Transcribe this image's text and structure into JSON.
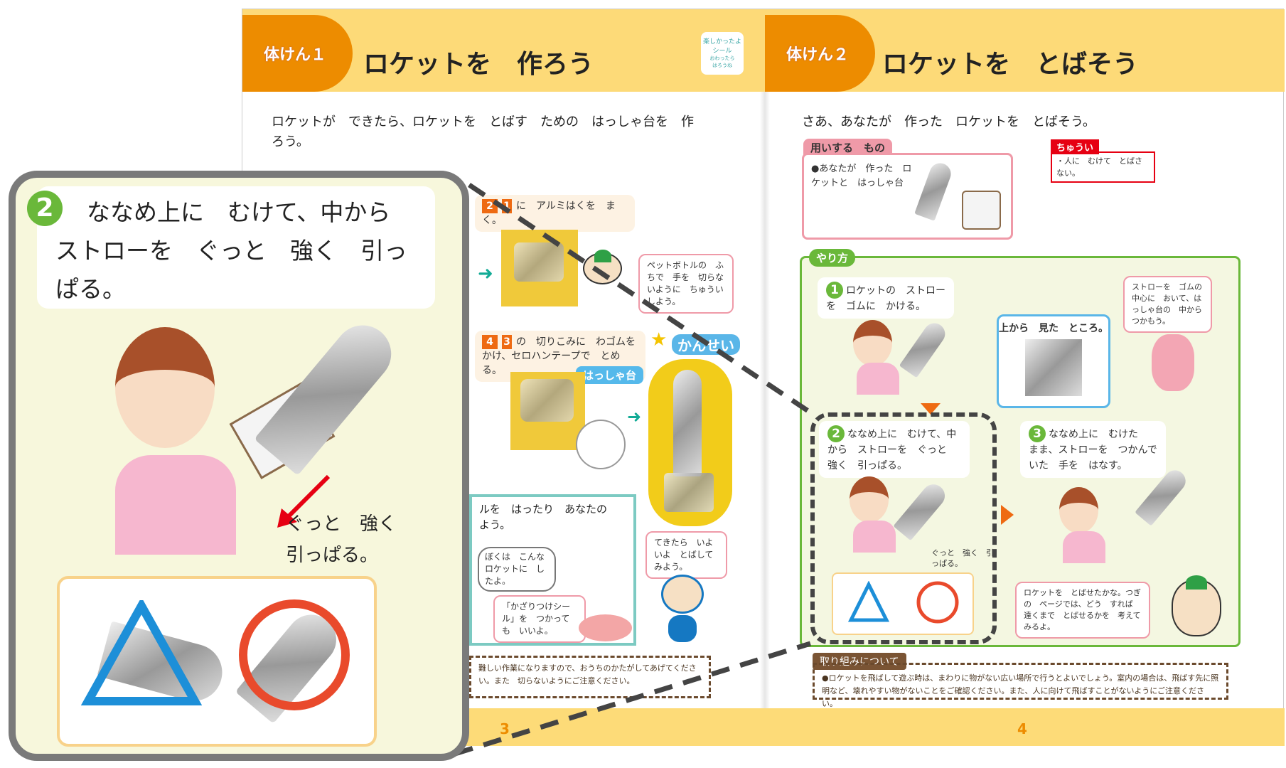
{
  "left_page": {
    "badge": "体けん１",
    "title": "ロケットを　作ろう",
    "sticker": {
      "line1": "楽しかったよ",
      "line2": "シール",
      "line3": "おわったら",
      "line4": "はろうね"
    },
    "intro": "ロケットが　できたら、ロケットを　とばす　ための　はっしゃ台を　作ろう。",
    "step2": {
      "num": "2",
      "ref": "1",
      "text": "に　アルミはくを　まく。"
    },
    "bubble_caution": "ペットボトルの　ふちで　手を　切らないように　ちゅういしよう。",
    "step4": {
      "num": "4",
      "ref": "3",
      "text": "の　切りこみに　わゴムを　かけ、セロハンテープで　とめる。"
    },
    "launcher_tag": "はっしゃ台",
    "complete_label": "かんせい",
    "bubble_try": "てきたら　いよいよ　とばして　みよう。",
    "decorate_text": "ルを　はったり　あなたの　よう。",
    "bubble_boy": "ぼくは　こんな　ロケットに　したよ。",
    "bubble_sticker": "「かざりつけシール」を　つかっても　いいよ。",
    "note": "難しい作業になりますので、おうちのかたがしてあげてください。また　切らないようにご注意ください。",
    "page_number": "3"
  },
  "right_page": {
    "badge": "体けん２",
    "title": "ロケットを　とばそう",
    "intro": "さあ、あなたが　作った　ロケットを　とばそう。",
    "materials": {
      "tab": "用いする　もの",
      "item": "●あなたが　作った　ロケットと　はっしゃ台"
    },
    "caution": {
      "tab": "ちゅうい",
      "text": "・人に　むけて　とばさない。"
    },
    "method_tab": "やり方",
    "steps": [
      {
        "num": "1",
        "text": "ロケットの　ストローを　ゴムに　かける。"
      },
      {
        "num": "2",
        "text": "ななめ上に　むけて、中から　ストローを　ぐっと　強く　引っぱる。"
      },
      {
        "num": "3",
        "text": "ななめ上に　むけた　まま、ストローを　つかんで　いた　手を　はなす。"
      }
    ],
    "top_view": "上から　見た　ところ。",
    "bubble_hold": "ストローを　ゴムの　中心に　おいて、はっしゃ台の　中から　つかもう。",
    "pull_label": "ぐっと　強く　引っぱる。",
    "bubble_next": "ロケットを　とばせたかな。つぎの　ページでは、どう　すれば　遠くまで　とばせるかを　考えて　みるよ。",
    "note_tab": "取り組みについて",
    "note": "●ロケットを飛ばして遊ぶ時は、まわりに物がない広い場所で行うとよいでしょう。室内の場合は、飛ばす先に照明など、壊れやすい物がないことをご確認ください。また、人に向けて飛ばすことがないようにご注意ください。",
    "page_number": "4"
  },
  "callout": {
    "num": "2",
    "text": "ななめ上に　むけて、中から　ストローを　ぐっと　強く　引っぱる。",
    "pull_label": "ぐっと　強く　引っぱる。",
    "ok_icon": "triangle",
    "ng_icon": "circle"
  },
  "colors": {
    "header": "#fdda78",
    "badge": "#ed8c00",
    "method_green": "#6ab83a",
    "caution_red": "#e60012",
    "callout_border": "#7a7a7a"
  }
}
